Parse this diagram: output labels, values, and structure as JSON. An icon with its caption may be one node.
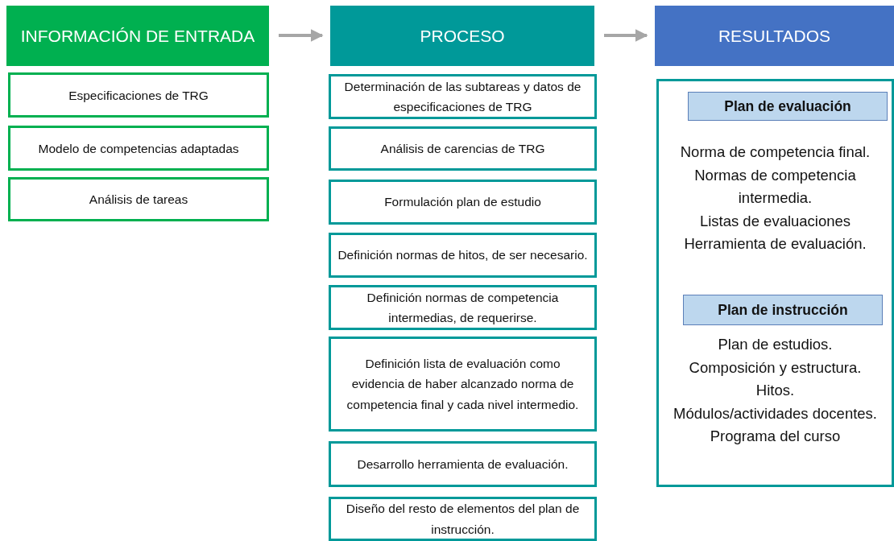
{
  "diagram": {
    "nodes": [
      {
        "text": [
          "INFORMACIÓN DE ENTRADA"
        ]
      },
      {
        "text": [
          "PROCESO"
        ]
      },
      {
        "text": [
          "RESULTADOS"
        ]
      },
      {
        "text": [
          "Especificaciones de TRG"
        ]
      },
      {
        "text": [
          "Modelo de competencias adaptadas"
        ]
      },
      {
        "text": [
          "Análisis de tareas"
        ]
      },
      {
        "text": [
          "Determinación de las subtareas y datos de especificaciones de TRG"
        ]
      },
      {
        "text": [
          "Análisis de carencias de TRG"
        ]
      },
      {
        "text": [
          "Formulación plan de estudio"
        ]
      },
      {
        "text": [
          "Definición normas de hitos, de ser necesario."
        ]
      },
      {
        "text": [
          "Definición normas de competencia intermedias, de requerirse."
        ]
      },
      {
        "text": [
          "Definición lista de evaluación como evidencia de haber alcanzado norma de competencia final y cada nivel intermedio."
        ]
      },
      {
        "text": [
          "Desarrollo herramienta de evaluación."
        ]
      },
      {
        "text": [
          "Diseño del resto de elementos del plan de instrucción."
        ]
      },
      {
        "text": [
          "Norma de competencia final.",
          "Normas de competencia intermedia.",
          "Listas de evaluaciones",
          "Herramienta de evaluación.",
          "Plan de estudios.",
          "Composición y estructura.",
          "Hitos.",
          "Módulos/actividades docentes.",
          "Programa del curso"
        ]
      },
      {
        "text": [
          "Plan de evaluación"
        ],
        "in": 14
      },
      {
        "text": [
          "Plan de instrucción"
        ],
        "in": 14
      }
    ],
    "edges": [
      {
        "from": 0,
        "to": 1,
        "arrow": "to"
      },
      {
        "from": 1,
        "to": 2,
        "arrow": "to"
      }
    ]
  }
}
